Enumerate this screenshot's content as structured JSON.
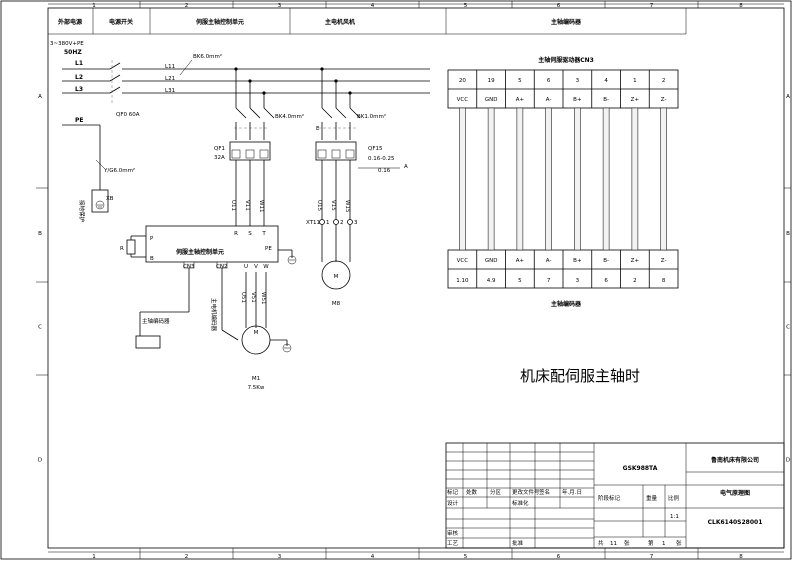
{
  "header": {
    "col1": "外部电源",
    "col2": "电源开关",
    "col3": "伺服主轴控制单元",
    "col4": "主电机风机",
    "col5": "主轴编码器"
  },
  "zones": {
    "columns": [
      "1",
      "2",
      "3",
      "4",
      "5",
      "6",
      "7",
      "8"
    ],
    "rows": [
      "A",
      "B",
      "C",
      "D"
    ]
  },
  "power": {
    "supply": "3~380V+PE",
    "supply2": "50HZ",
    "l1": "L1",
    "l2": "L2",
    "l3": "L3",
    "pe": "PE",
    "l11": "L11",
    "l21": "L21",
    "l31": "L31",
    "bk6": "BK6.0mm²",
    "qf0": "QF0 60A",
    "yg6": "Y/G6.0mm²",
    "xb": "XB",
    "pe_vert": "接地保护"
  },
  "servo": {
    "bk4": "BK4.0mm²",
    "qf1": "QF1",
    "qf1_rating": "32A",
    "unit": "伺服主轴控制单元",
    "wires_in": [
      "U11",
      "V11",
      "W11"
    ],
    "terms_in": [
      "R",
      "S",
      "T"
    ],
    "p": "P",
    "b": "B",
    "r": "R",
    "pe": "PE",
    "cn3": "CN3",
    "cn2": "CN2",
    "terms_out": [
      "U",
      "V",
      "W"
    ],
    "wires_out": [
      "U51",
      "V51",
      "W51"
    ],
    "enc_label": "主轴编码器",
    "cable_label": "主电机编码器",
    "motor": "M",
    "motor_id": "M1",
    "motor_power": "7.5Kw"
  },
  "fan": {
    "bk1": "BK1.0mm²",
    "qf15": "QF15",
    "qf15_range": "0.16-0.25",
    "qf15_set": "0.16",
    "unit": "A",
    "e": "E",
    "wires_a": [
      "U15",
      "V15",
      "W15"
    ],
    "xt11": "XT11",
    "xt_terms": [
      "1",
      "2",
      "3"
    ],
    "motor": "M",
    "motor_id": "M8"
  },
  "encoder": {
    "title": "主轴伺服驱动器CN3",
    "top_pins": [
      "20",
      "19",
      "5",
      "6",
      "3",
      "4",
      "1",
      "2"
    ],
    "top_signals": [
      "VCC",
      "GND",
      "A+",
      "A-",
      "B+",
      "B-",
      "Z+",
      "Z-"
    ],
    "bottom_signals": [
      "VCC",
      "GND",
      "A+",
      "A-",
      "B+",
      "B-",
      "Z+",
      "Z-"
    ],
    "bottom_pins": [
      "1.10",
      "4.9",
      "5",
      "7",
      "3",
      "6",
      "2",
      "8"
    ],
    "bottom_title": "主轴编码器"
  },
  "caption": "机床配伺服主轴时",
  "titleblock": {
    "model": "GSK988TA",
    "company": "鲁南机床有限公司",
    "drawing": "电气原理图",
    "number": "CLK6140S28001",
    "marks": "标记",
    "qty": "处数",
    "zone": "分区",
    "change_doc": "更改文件号",
    "sign": "签名",
    "date": "年.月.日",
    "design": "设计",
    "standard": "标准化",
    "review": "审核",
    "process": "工艺",
    "approve": "批准",
    "stage": "阶段标记",
    "weight": "重量",
    "scale": "比例",
    "scale_val": "1:1",
    "total_label": "共",
    "total_val": "11",
    "sheets_label": "张",
    "sheet_label": "第",
    "sheet_val": "1",
    "page_label": "张"
  }
}
